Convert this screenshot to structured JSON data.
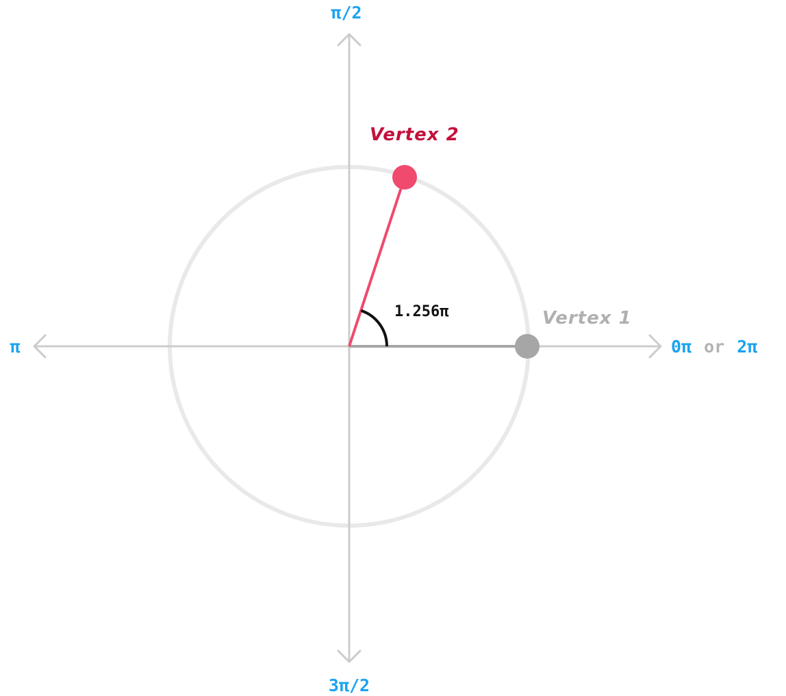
{
  "axes": {
    "top_label": "π/2",
    "bottom_label": "3π/2",
    "left_label": "π",
    "right_label_a": "0π",
    "right_label_or": "or",
    "right_label_b": "2π"
  },
  "angle": {
    "label": "1.256π"
  },
  "vertex1": {
    "label": "Vertex 1"
  },
  "vertex2": {
    "label": "Vertex 2"
  },
  "colors": {
    "axis": "#cccccc",
    "circle": "#e9e9e9",
    "axis_label": "#1aa3ef",
    "or_text": "#b3b3b3",
    "vertex1": "#a6a6a6",
    "vertex1_label": "#b0b0b0",
    "vertex2": "#f04a6e",
    "vertex2_label": "#c4103c",
    "angle_arc": "#111111"
  }
}
